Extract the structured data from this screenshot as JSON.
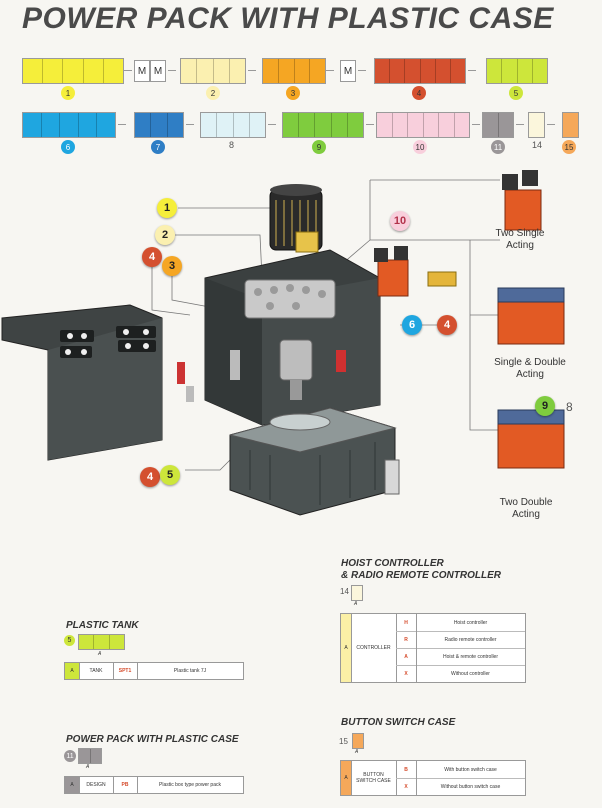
{
  "title": "POWER PACK WITH PLASTIC CASE",
  "code_m": "M",
  "items": {
    "n1": "1",
    "n2": "2",
    "n3": "3",
    "n4": "4",
    "n5": "5",
    "n6": "6",
    "n7": "7",
    "n8": "8",
    "n9": "9",
    "n10": "10",
    "n11": "11",
    "n14": "14",
    "n15": "15"
  },
  "colors": {
    "c1": "#f5ee3a",
    "c2": "#fbf0b0",
    "c3": "#f5a623",
    "c4": "#d4502f",
    "c5": "#cde63b",
    "c6": "#1fa6e0",
    "c7": "#2f7ec5",
    "c8": "#dff2f6",
    "c9": "#7fcc3e",
    "c10": "#f8cfdc",
    "c11": "#9a9698",
    "c14": "#fbf6dc",
    "c15": "#f5a85a"
  },
  "diagram": {
    "label_two_single": "Two Single\nActing",
    "label_single_double": "Single & Double\nActing",
    "label_two_double": "Two Double\nActing"
  },
  "hoist": {
    "heading": "HOIST CONTROLLER\n& RADIO REMOTE CONTROLLER",
    "num": "14",
    "a": "A",
    "rowlabel": "CONTROLLER",
    "rows": [
      {
        "code": "H",
        "desc": "Hoist controller"
      },
      {
        "code": "R",
        "desc": "Radio remote controller"
      },
      {
        "code": "A",
        "desc": "Hoist & remote controller"
      },
      {
        "code": "X",
        "desc": "Without controller"
      }
    ]
  },
  "plastic_tank": {
    "heading": "PLASTIC TANK",
    "num": "5",
    "a": "A",
    "row": {
      "a": "A",
      "label": "TANK",
      "code": "SPT1",
      "desc": "Plastic tank 7J"
    }
  },
  "power_pack": {
    "heading": "POWER PACK WITH PLASTIC CASE",
    "num": "11",
    "a": "A",
    "row": {
      "a": "A",
      "label": "DESIGN",
      "code": "PB",
      "desc": "Plastic box type power pack"
    }
  },
  "button_case": {
    "heading": "BUTTON SWITCH CASE",
    "num": "15",
    "a": "A",
    "rowlabel": "BUTTON\nSWITCH CASE",
    "rows": [
      {
        "code": "B",
        "desc": "With button switch case"
      },
      {
        "code": "X",
        "desc": "Without button switch case"
      }
    ]
  }
}
